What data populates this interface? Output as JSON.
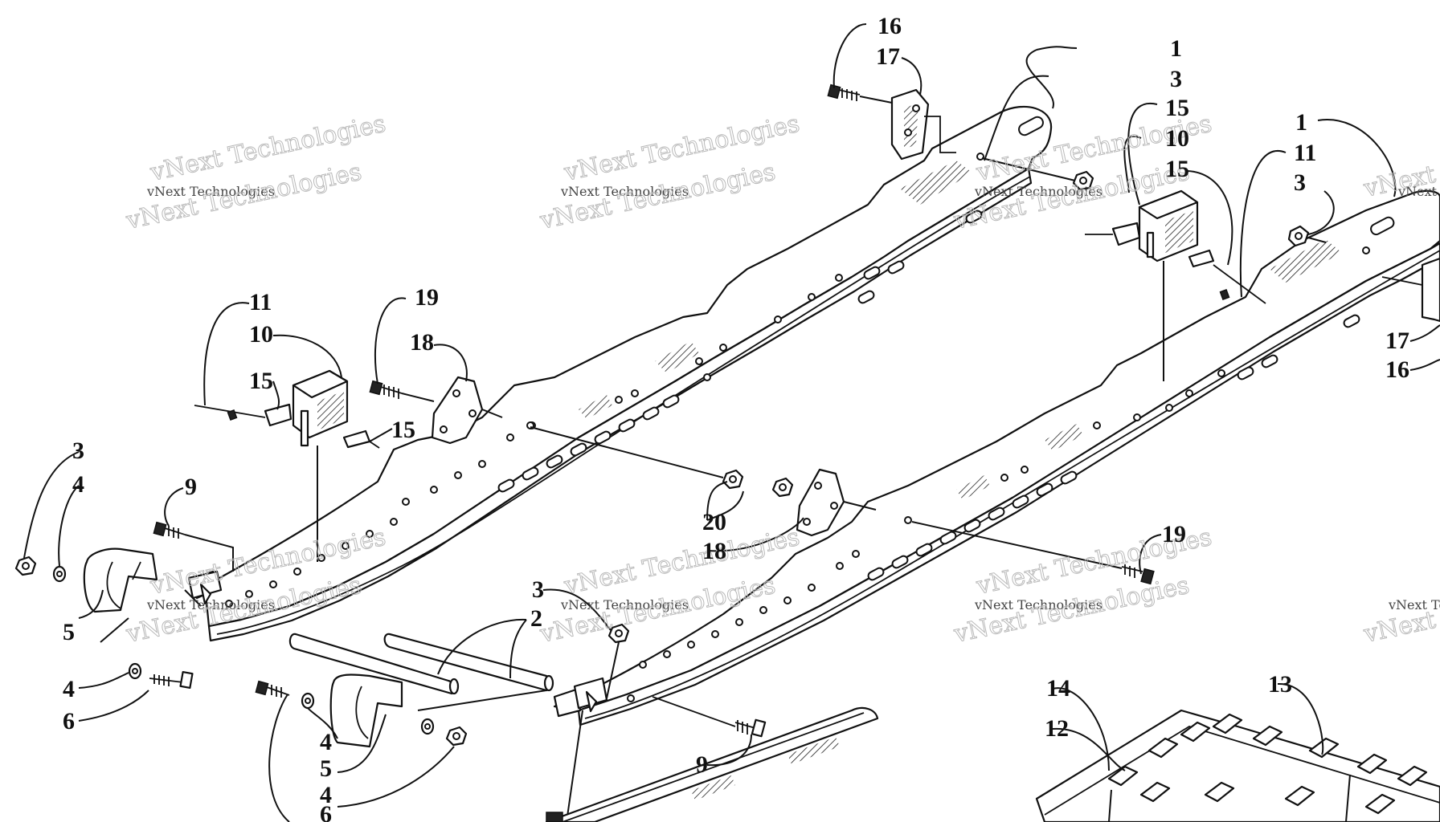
{
  "diagram": {
    "watermark": {
      "line1": "vNext Technologies",
      "line2": "vNext Technologies"
    },
    "callouts": [
      "1",
      "1",
      "2",
      "3",
      "3",
      "3",
      "3",
      "4",
      "4",
      "4",
      "4",
      "5",
      "5",
      "6",
      "6",
      "9",
      "9",
      "10",
      "10",
      "11",
      "11",
      "12",
      "13",
      "14",
      "15",
      "15",
      "15",
      "15",
      "16",
      "16",
      "17",
      "17",
      "18",
      "18",
      "19",
      "19",
      "20"
    ]
  }
}
